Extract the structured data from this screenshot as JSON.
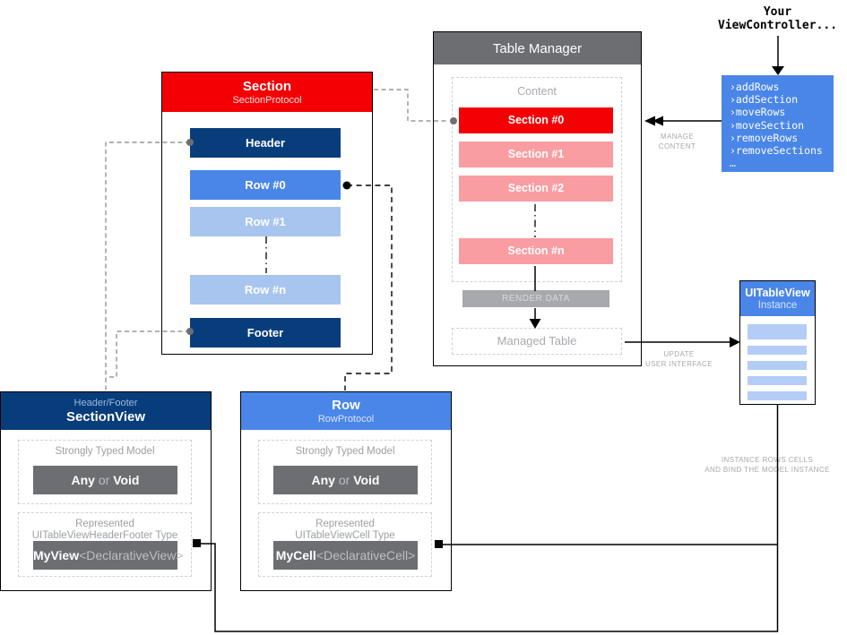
{
  "colors": {
    "red": "#f40004",
    "pink": "#f99da2",
    "navy": "#083d7c",
    "blue": "#4a86e8",
    "light_blue": "#a8c5f0",
    "gray_dark": "#6d6e71",
    "gray_mid": "#a7a9ac"
  },
  "view_controller": {
    "line1": "Your",
    "line2": "ViewController...",
    "methods": [
      "›addRows",
      "›addSection",
      "›moveRows",
      "›moveSection",
      "›removeRows",
      "›removeSections",
      "…"
    ]
  },
  "table_manager": {
    "title": "Table Manager",
    "content_label": "Content",
    "sections": [
      {
        "label": "Section #0"
      },
      {
        "label": "Section #1"
      },
      {
        "label": "Section #2"
      },
      {
        "label": "Section #n"
      }
    ],
    "render_data_label": "RENDER DATA",
    "managed_table_label": "Managed Table"
  },
  "section_box": {
    "title": "Section",
    "subtitle": "SectionProtocol",
    "bars": [
      {
        "label": "Header"
      },
      {
        "label": "Row #0"
      },
      {
        "label": "Row #1"
      },
      {
        "label": "Row #n"
      },
      {
        "label": "Footer"
      }
    ]
  },
  "section_view_box": {
    "supertitle": "Header/Footer",
    "title": "SectionView",
    "model_label": "Strongly Typed Model",
    "model_any": "Any",
    "model_or": " or ",
    "model_void": "Void",
    "repr_line1": "Represented",
    "repr_line2": "UITableViewHeaderFooter Type",
    "repr_main": "MyView",
    "repr_generic": "<DeclarativeView>"
  },
  "row_box": {
    "title": "Row",
    "subtitle": "RowProtocol",
    "model_label": "Strongly Typed Model",
    "model_any": "Any",
    "model_or": " or ",
    "model_void": "Void",
    "repr_line1": "Represented",
    "repr_line2": "UITableViewCell Type",
    "repr_main": "MyCell",
    "repr_generic": "<DeclarativeCell>"
  },
  "uitableview": {
    "title": "UITableView",
    "subtitle": "Instance"
  },
  "edge_labels": {
    "manage_1": "MANAGE",
    "manage_2": "CONTENT",
    "update_1": "UPDATE",
    "update_2": "USER INTERFACE",
    "instance_1": "INSTANCE ROWS CELLS",
    "instance_2": "AND BIND THE MODEL INSTANCE"
  }
}
